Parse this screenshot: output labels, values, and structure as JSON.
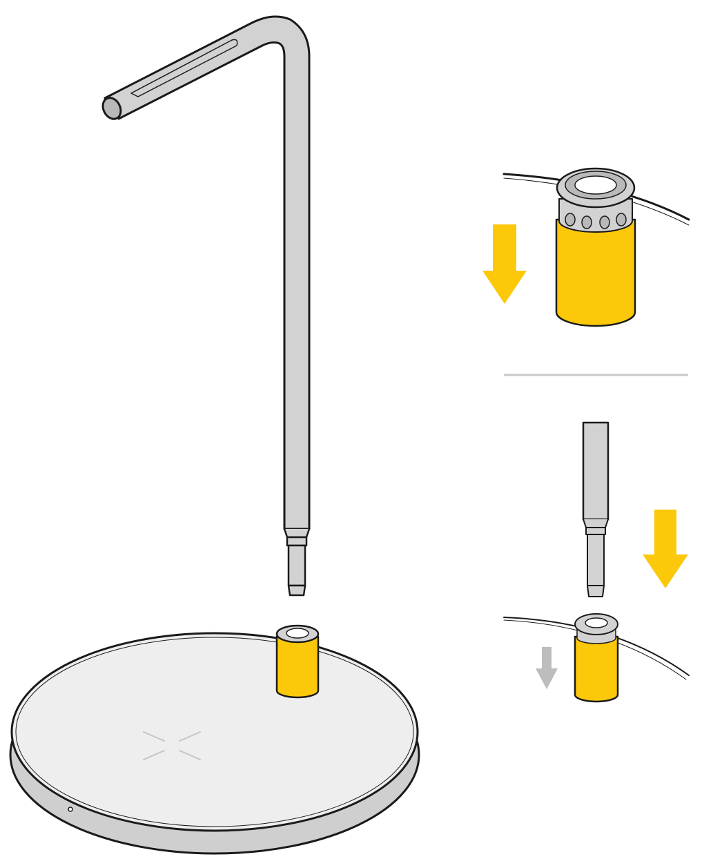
{
  "colors": {
    "background": "#ffffff",
    "outline": "#1a1a1a",
    "metal": "#d2d2d2",
    "metal_dark": "#b9b9b9",
    "base_top": "#eeeeee",
    "base_rim": "#cfcfcf",
    "highlight": "#fcc80a",
    "highlight_dark": "#e6b200",
    "arrow_primary": "#fcc80a",
    "arrow_secondary": "#bdbdbd",
    "divider": "#c8c8c8",
    "charging_mark": "#c4c4c4"
  },
  "icons": {
    "main_stand": "headphone-stand-icon",
    "base": "round-base-icon",
    "socket": "socket-connector-icon",
    "arrow_primary": "arrow-down-icon",
    "arrow_secondary": "arrow-down-small-icon",
    "charging": "wireless-charging-mark-icon"
  },
  "panels": [
    {
      "name": "main-assembly",
      "caption": ""
    },
    {
      "name": "detail-socket-press",
      "caption": ""
    },
    {
      "name": "detail-rod-insert",
      "caption": ""
    }
  ]
}
